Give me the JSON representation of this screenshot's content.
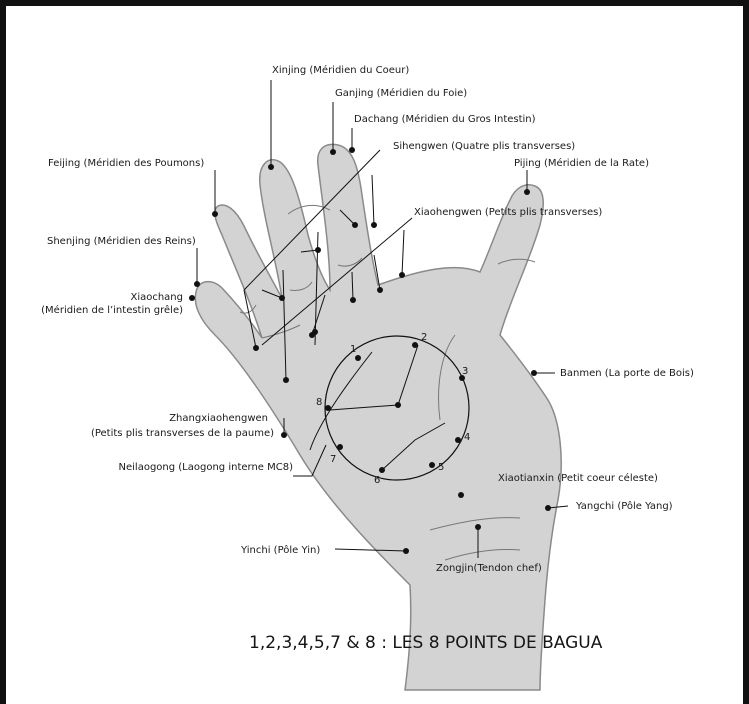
{
  "labels": {
    "xinjing": "Xinjing (Méridien du Coeur)",
    "ganjing": "Ganjing (Méridien du Foie)",
    "dachang": "Dachang (Méridien du Gros Intestin)",
    "sihengwen": "Sihengwen (Quatre plis transverses)",
    "feijing": "Feijing (Méridien des Poumons)",
    "pijing": "Pijing (Méridien de la Rate)",
    "xiaohengwen": "Xiaohengwen (Petits plis transverses)",
    "shenjing": "Shenjing (Méridien des Reins)",
    "xiaochang_1": "Xiaochang",
    "xiaochang_2": "(Méridien de l’intestin grêle)",
    "banmen": "Banmen (La porte de Bois)",
    "zhangxiao_1": "Zhangxiaohengwen",
    "zhangxiao_2": "(Petits plis transverses de la paume)",
    "neilaogong": "Neilaogong (Laogong interne MC8)",
    "xiaotianxin": "Xiaotianxin (Petit coeur céleste)",
    "yangchi": "Yangchi (Pôle Yang)",
    "yinchi": "Yinchi (Pôle Yin)",
    "zongjin": "Zongjin(Tendon chef)"
  },
  "bagua_numbers": [
    "1",
    "2",
    "3",
    "4",
    "5",
    "6",
    "7",
    "8"
  ],
  "caption": "1,2,3,4,5,7 & 8 : LES 8 POINTS DE BAGUA",
  "colors": {
    "skin": "#d3d3d3",
    "outline": "#8a8a8a",
    "line": "#111111"
  }
}
